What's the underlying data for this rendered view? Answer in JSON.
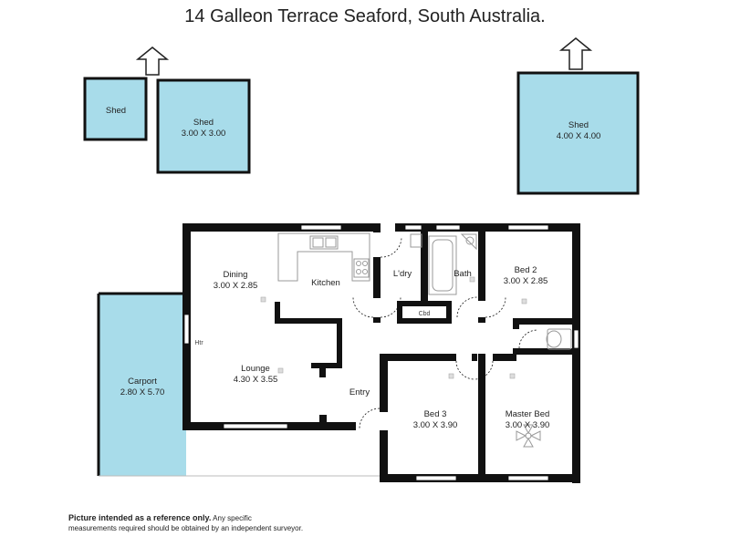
{
  "title": "14 Galleon Terrace Seaford, South Australia.",
  "rooms": {
    "shed_small": {
      "name": "Shed"
    },
    "shed_mid": {
      "name": "Shed",
      "size": "3.00 X 3.00"
    },
    "shed_large": {
      "name": "Shed",
      "size": "4.00 X 4.00"
    },
    "dining": {
      "name": "Dining",
      "size": "3.00 X 2.85"
    },
    "kitchen": {
      "name": "Kitchen"
    },
    "laundry": {
      "name": "L'dry"
    },
    "bath": {
      "name": "Bath"
    },
    "bed2": {
      "name": "Bed 2",
      "size": "3.00 X 2.85"
    },
    "cupboard": {
      "name": "Cbd"
    },
    "heater": {
      "name": "Htr"
    },
    "lounge": {
      "name": "Lounge",
      "size": "4.30 X 3.55"
    },
    "carport": {
      "name": "Carport",
      "size": "2.80 X 5.70"
    },
    "entry": {
      "name": "Entry"
    },
    "bed3": {
      "name": "Bed 3",
      "size": "3.00 X 3.90"
    },
    "master_bed": {
      "name": "Master Bed",
      "size": "3.00 X 3.90"
    }
  },
  "disclaimer": {
    "bold": "Picture intended as a reference only.",
    "line1": "Any specific",
    "line2": "measurements required should be obtained by an independent surveyor."
  },
  "colors": {
    "outdoor_fill": "#a8dcea",
    "wall": "#111111",
    "fixture": "#999999"
  }
}
